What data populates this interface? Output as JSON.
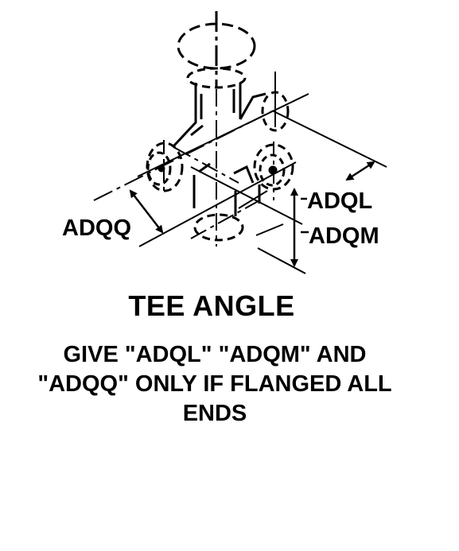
{
  "diagram": {
    "dimension_labels": {
      "adql": "ADQL",
      "adqm": "ADQM",
      "adqq": "ADQQ"
    }
  },
  "title": "TEE ANGLE",
  "note": {
    "line1": "GIVE \"ADQL\" \"ADQM\" AND",
    "line2": "\"ADQQ\" ONLY IF FLANGED ALL",
    "line3": "ENDS"
  },
  "colors": {
    "ink": "#000000",
    "background": "#ffffff"
  }
}
